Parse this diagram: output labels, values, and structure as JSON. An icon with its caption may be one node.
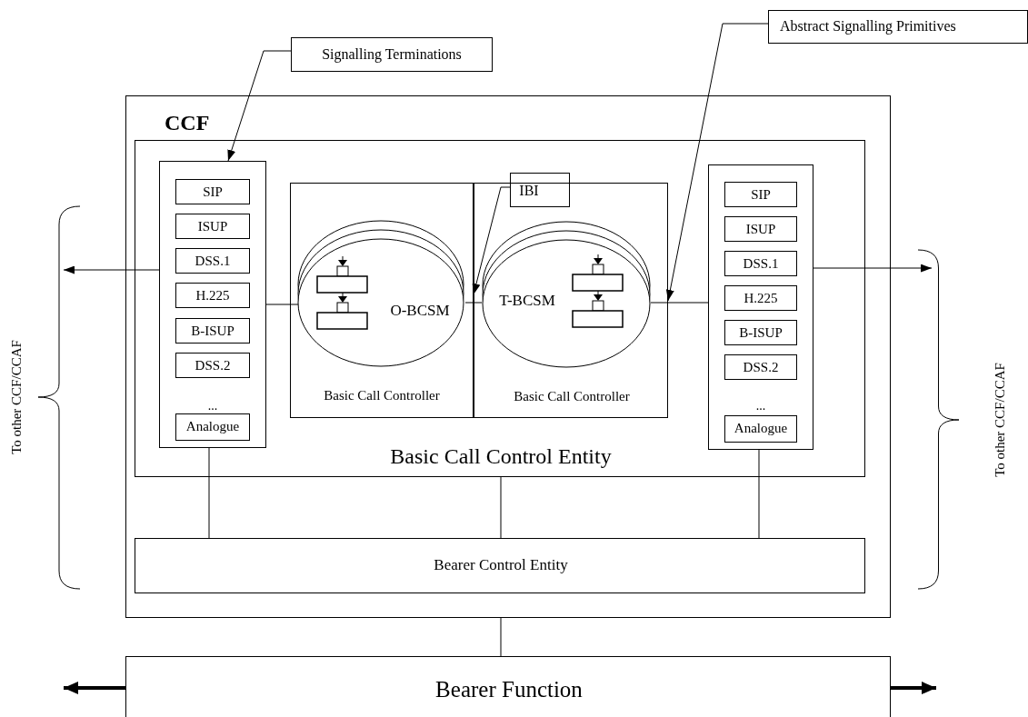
{
  "diagram": {
    "nodes": [
      {
        "text": [
          "CCF"
        ]
      },
      {
        "text": [
          "Basic Call Control Entity"
        ],
        "in": 0
      },
      {
        "text": [
          "..."
        ],
        "in": 1
      },
      {
        "text": [
          "SIP"
        ],
        "in": 2
      },
      {
        "text": [
          "ISUP"
        ],
        "in": 2
      },
      {
        "text": [
          "DSS.1"
        ],
        "in": 2
      },
      {
        "text": [
          "H.225"
        ],
        "in": 2
      },
      {
        "text": [
          "B-ISUP"
        ],
        "in": 2
      },
      {
        "text": [
          "DSS.2"
        ],
        "in": 2
      },
      {
        "text": [
          "Analogue"
        ],
        "in": 2
      },
      {
        "text": [],
        "shape": "box",
        "in": 1
      },
      {
        "text": [
          "Basic Call Controller"
        ],
        "in": 10
      },
      {
        "text": [
          "Basic Call Controller"
        ],
        "in": 10
      },
      {
        "text": [
          "O-BCSM"
        ],
        "in": 11
      },
      {
        "text": [
          "T-BCSM"
        ],
        "in": 12
      },
      {
        "text": [
          "..."
        ],
        "in": 1
      },
      {
        "text": [
          "SIP"
        ],
        "in": 15
      },
      {
        "text": [
          "ISUP"
        ],
        "in": 15
      },
      {
        "text": [
          "DSS.1"
        ],
        "in": 15
      },
      {
        "text": [
          "H.225"
        ],
        "in": 15
      },
      {
        "text": [
          "B-ISUP"
        ],
        "in": 15
      },
      {
        "text": [
          "DSS.2"
        ],
        "in": 15
      },
      {
        "text": [
          "Analogue"
        ],
        "in": 15
      },
      {
        "text": [
          "Bearer Control Entity"
        ],
        "in": 0
      },
      {
        "text": [
          "Bearer Function"
        ]
      },
      {
        "text": [
          "Signalling Terminations"
        ]
      },
      {
        "text": [
          "IBI"
        ],
        "in": 1
      },
      {
        "text": [
          "Abstract Signalling Primitives"
        ]
      }
    ],
    "edges": [
      {
        "from": 2,
        "to": null,
        "arrow": "to"
      },
      {
        "from": 15,
        "to": null,
        "arrow": "to"
      },
      {
        "from": 2,
        "to": 13,
        "arrow": "none"
      },
      {
        "from": 13,
        "to": 14,
        "arrow": "none"
      },
      {
        "from": 14,
        "to": 15,
        "arrow": "none"
      },
      {
        "from": 25,
        "to": 2,
        "arrow": "to"
      },
      {
        "from": 26,
        "to": 11,
        "arrow": "to"
      },
      {
        "from": 27,
        "to": 12,
        "arrow": "to"
      },
      {
        "from": 2,
        "to": 23,
        "arrow": "none"
      },
      {
        "from": 1,
        "to": 23,
        "arrow": "none"
      },
      {
        "from": 15,
        "to": 23,
        "arrow": "none"
      },
      {
        "from": 0,
        "to": 24,
        "arrow": "none"
      },
      {
        "from": 24,
        "to": null,
        "arrow": "to",
        "style": "thick"
      },
      {
        "from": 24,
        "to": null,
        "arrow": "to",
        "style": "thick"
      }
    ],
    "labels": [
      "To other CCF/CCAF",
      "To other CCF/CCAF"
    ]
  }
}
